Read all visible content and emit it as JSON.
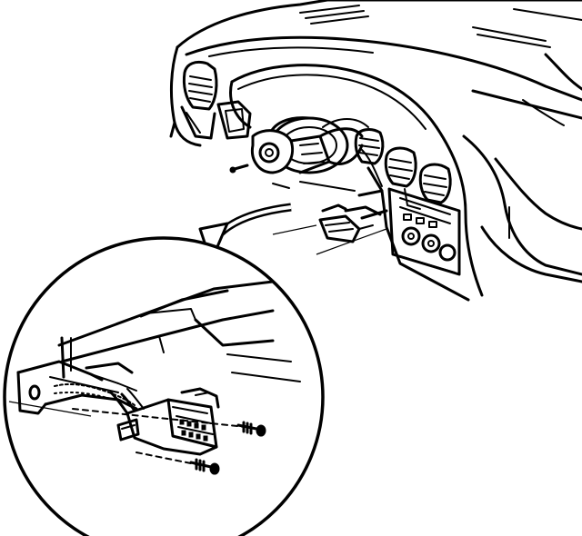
{
  "figure": {
    "colors": {
      "ink": "#000000",
      "paper": "#ffffff"
    },
    "callouts": [],
    "parts": {
      "instrument_panel": "instrument-panel",
      "steering_column_opening": "steering-column-opening",
      "hvac_controls": "hvac-control-panel",
      "data_link_connector": "data-link-connector",
      "mounting_bolts": "mounting-bolt"
    },
    "detail_view": {
      "shape": "circle",
      "linked_by": "curved-arrow"
    }
  }
}
